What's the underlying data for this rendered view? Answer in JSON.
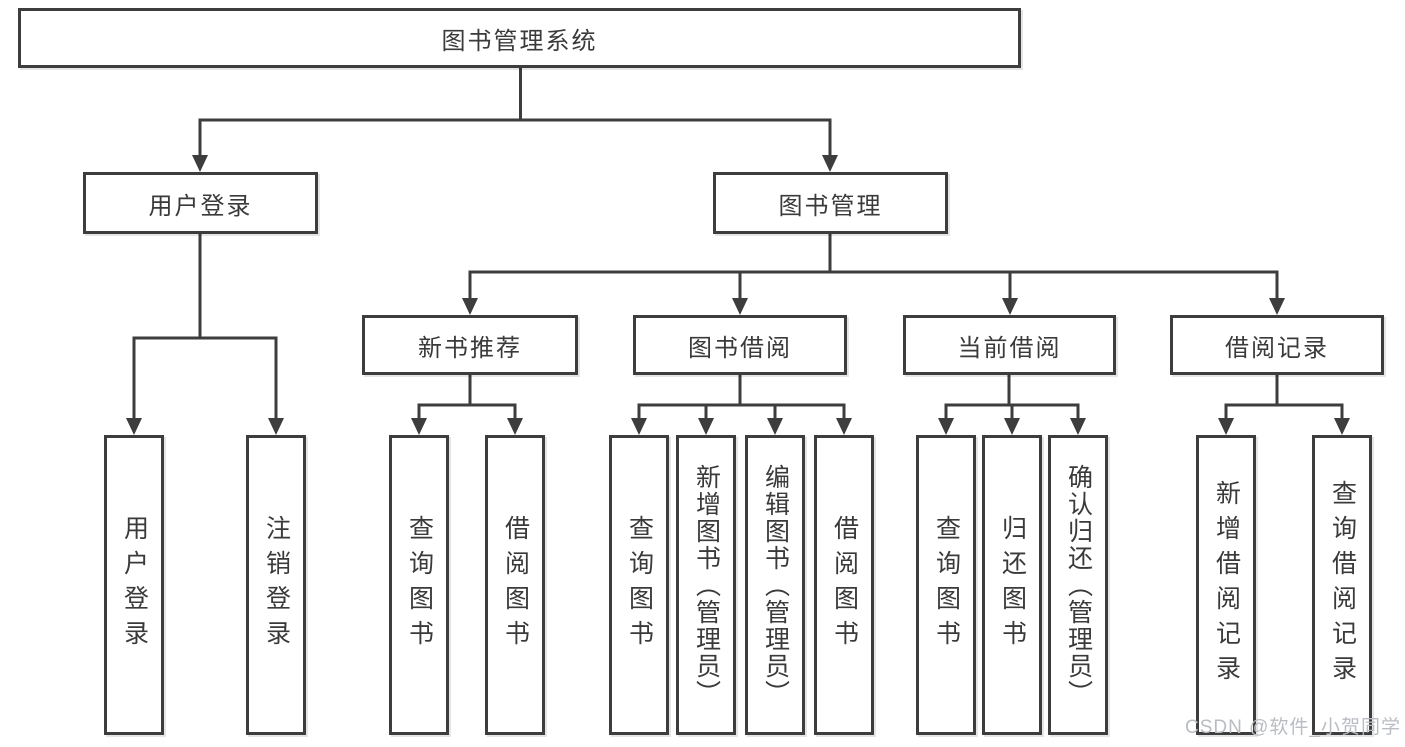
{
  "tree": {
    "root": "图书管理系统",
    "children": [
      {
        "label": "用户登录",
        "children": [
          "用户登录",
          "注销登录"
        ]
      },
      {
        "label": "图书管理",
        "children": [
          {
            "label": "新书推荐",
            "children": [
              "查询图书",
              "借阅图书"
            ]
          },
          {
            "label": "图书借阅",
            "children": [
              "查询图书",
              "新增图书（管理员）",
              "编辑图书（管理员）",
              "借阅图书"
            ]
          },
          {
            "label": "当前借阅",
            "children": [
              "查询图书",
              "归还图书",
              "确认归还（管理员）"
            ]
          },
          {
            "label": "借阅记录",
            "children": [
              "新增借阅记录",
              "查询借阅记录"
            ]
          }
        ]
      }
    ]
  },
  "watermark": "CSDN @软件_小贺同学",
  "colors": {
    "line": "#3d3d3d",
    "text": "#3a3a3a",
    "watermark": "#b9bdc3",
    "background": "#ffffff"
  }
}
